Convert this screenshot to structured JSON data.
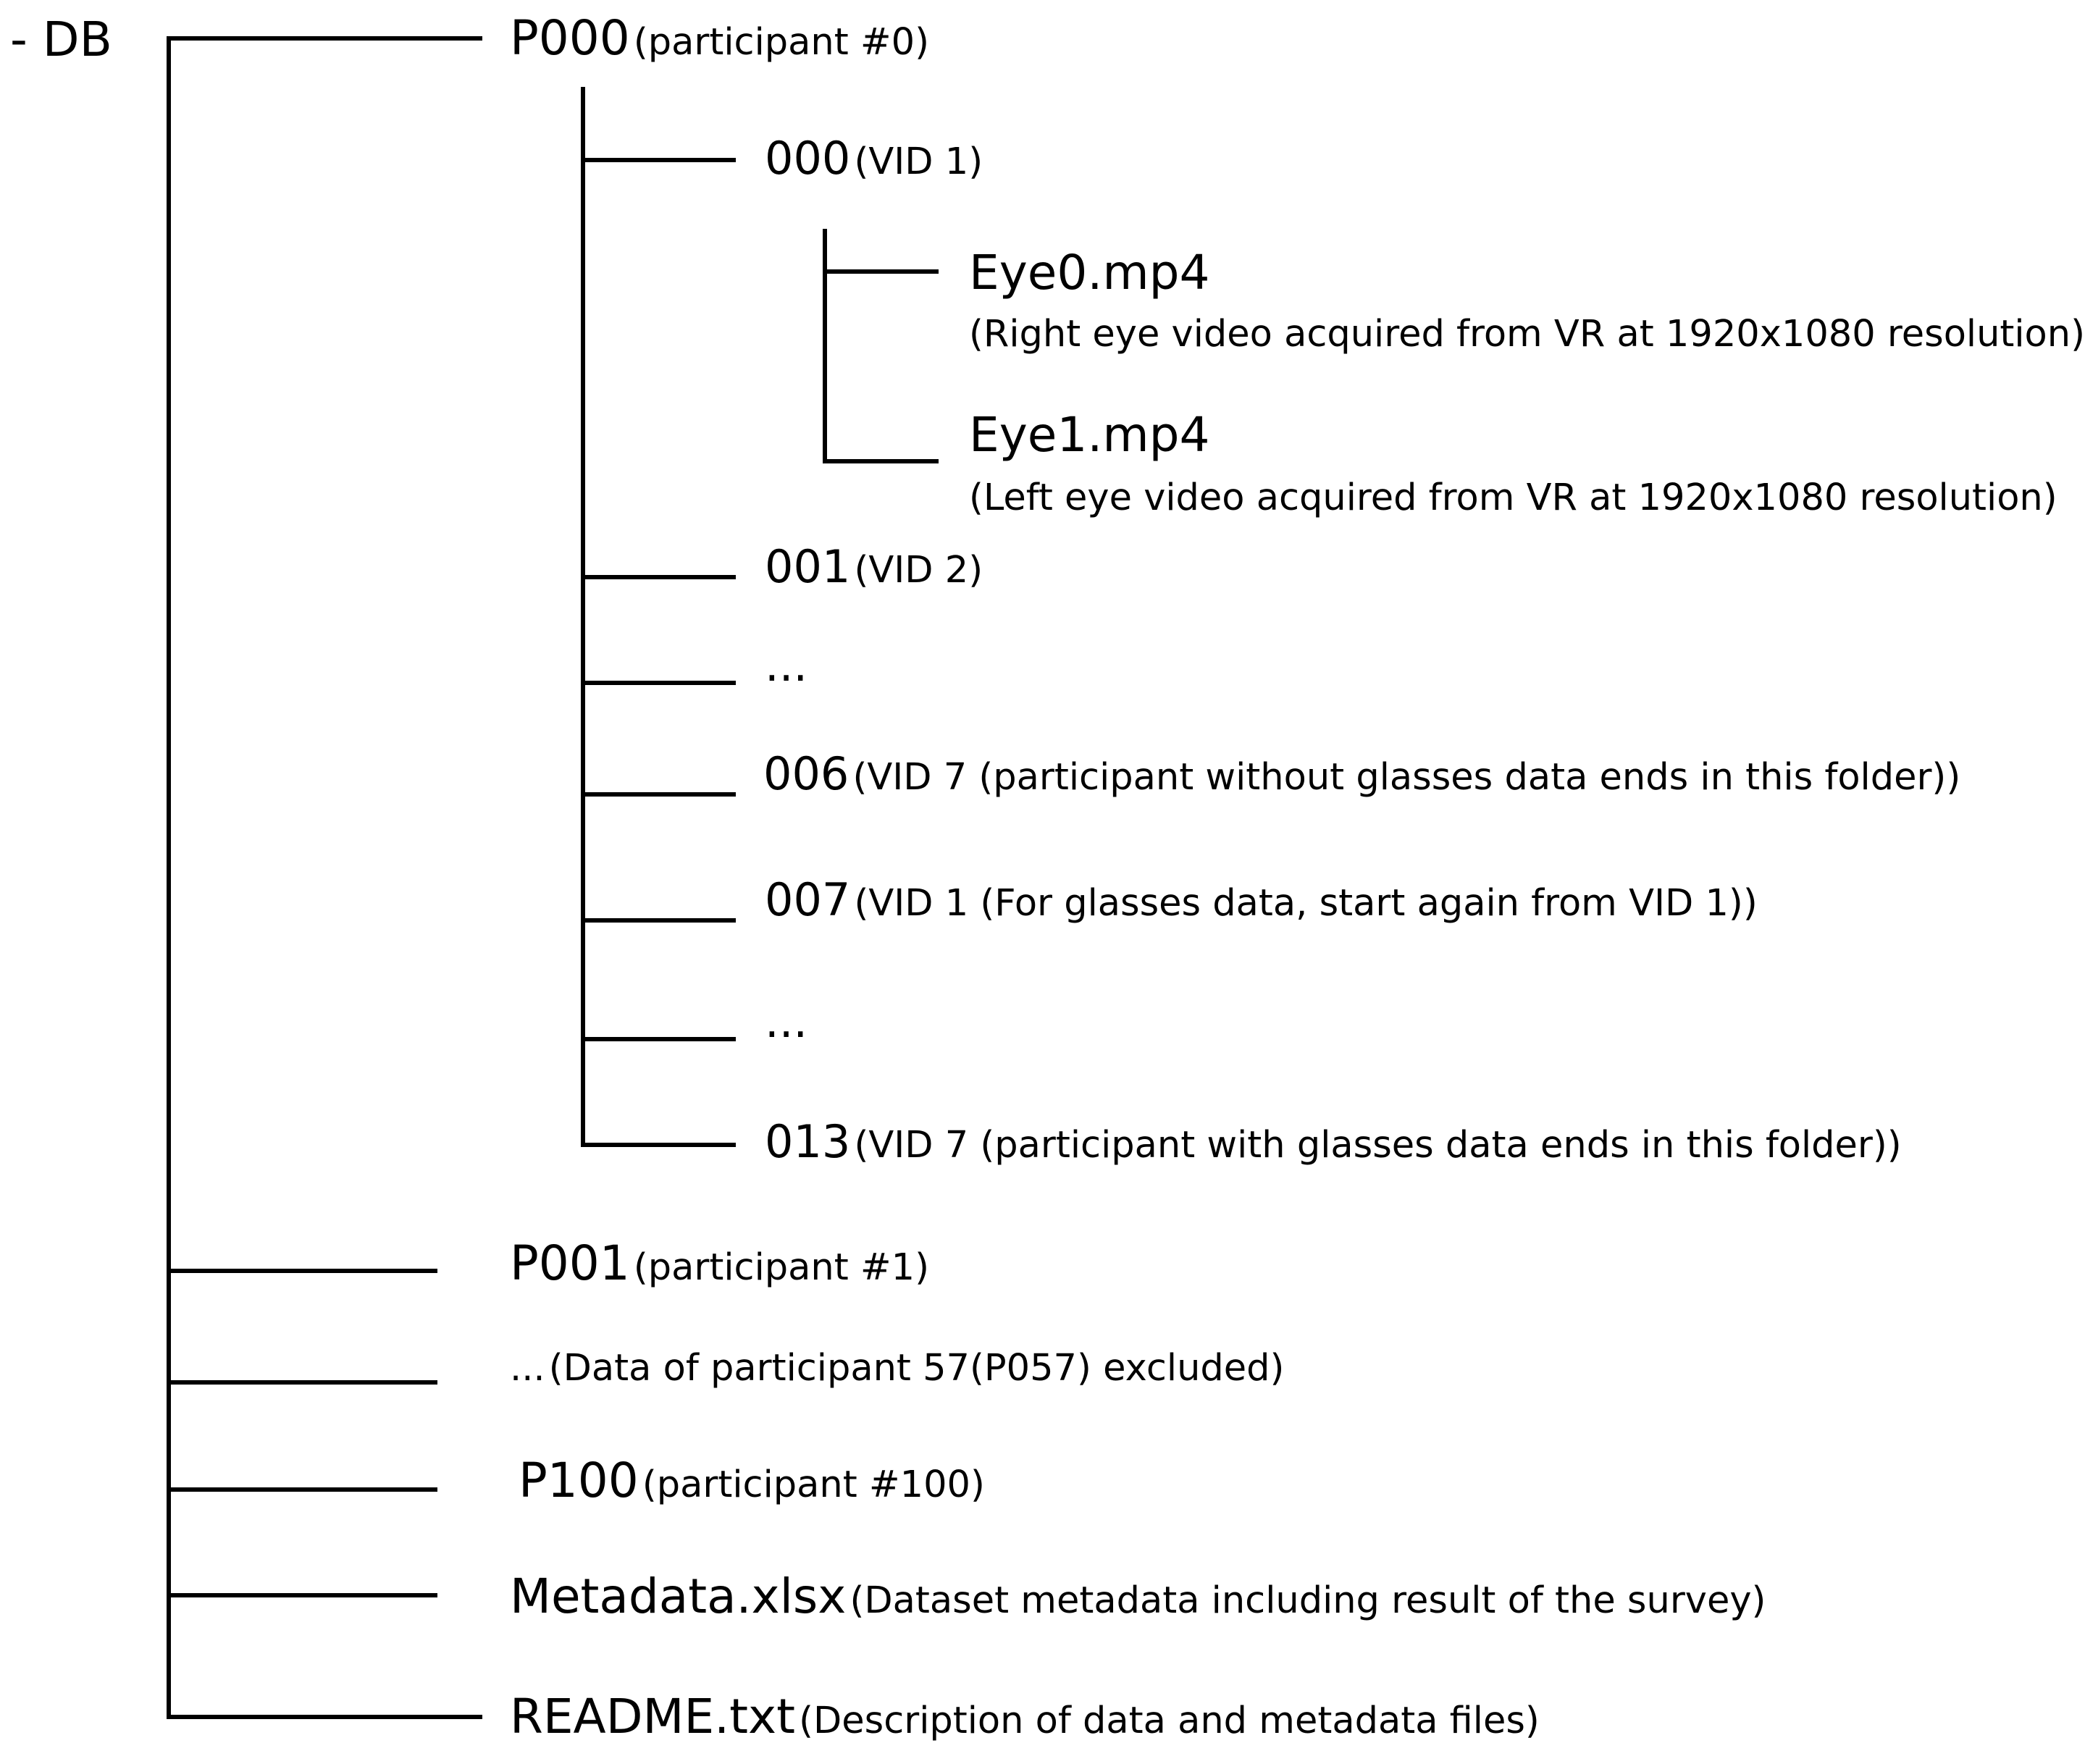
{
  "root": {
    "label": "- DB"
  },
  "p000": {
    "name": "P000",
    "note": "(participant #0)"
  },
  "v000": {
    "name": "000",
    "note": "(VID 1)"
  },
  "eye0": {
    "name": "Eye0.mp4",
    "note": "(Right eye video acquired from VR at 1920x1080 resolution)"
  },
  "eye1": {
    "name": "Eye1.mp4",
    "note": "(Left eye video acquired from VR at 1920x1080 resolution)"
  },
  "v001": {
    "name": "001",
    "note": "(VID 2)"
  },
  "ellipsis1": {
    "name": "..."
  },
  "v006": {
    "name": "006",
    "note": "(VID 7 (participant without glasses data ends in this folder))"
  },
  "v007": {
    "name": "007",
    "note": "(VID 1 (For glasses data, start again from VID 1))"
  },
  "ellipsis2": {
    "name": "..."
  },
  "v013": {
    "name": "013",
    "note": "(VID 7 (participant with glasses data ends in this folder))"
  },
  "p001": {
    "name": "P001",
    "note": "(participant #1)"
  },
  "excluded": {
    "name": "...",
    "note": "(Data of participant 57(P057) excluded)"
  },
  "p100": {
    "name": "P100",
    "note": "(participant #100)"
  },
  "metadata": {
    "name": "Metadata.xlsx",
    "note": "(Dataset metadata including result of the survey)"
  },
  "readme": {
    "name": "README.txt",
    "note": "(Description of data and metadata files)"
  }
}
